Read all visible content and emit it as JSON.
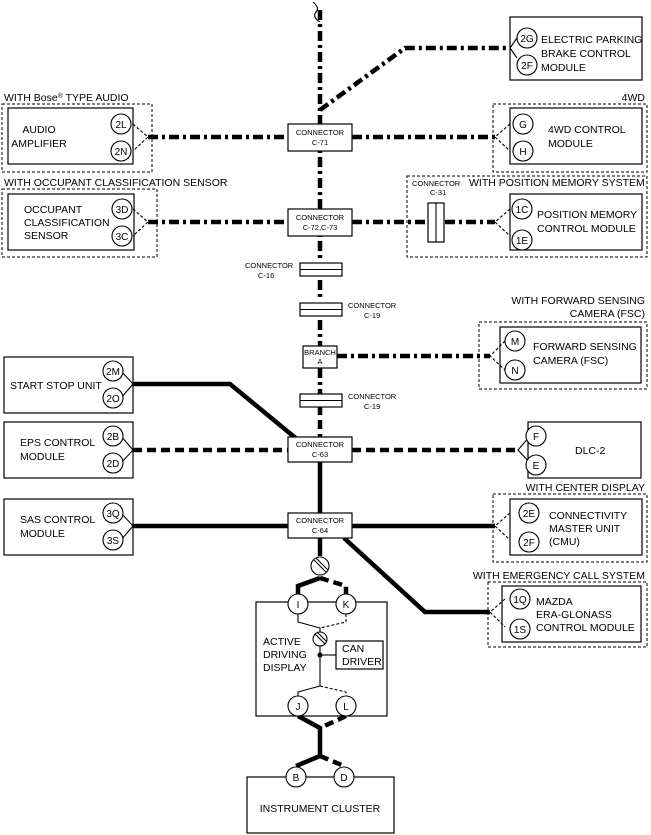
{
  "modules": {
    "epb": [
      "ELECTRIC PARKING",
      "BRAKE CONTROL",
      "MODULE"
    ],
    "audio": [
      "AUDIO",
      "AMPLIFIER"
    ],
    "fourwd": [
      "4WD CONTROL",
      "MODULE"
    ],
    "ocs": [
      "OCCUPANT",
      "CLASSIFICATION",
      "SENSOR"
    ],
    "pos_mem": [
      "POSITION MEMORY",
      "CONTROL MODULE"
    ],
    "fsc": [
      "FORWARD SENSING",
      "CAMERA (FSC)"
    ],
    "start_stop": [
      "START STOP UNIT"
    ],
    "eps": [
      "EPS CONTROL",
      "MODULE"
    ],
    "dlc": [
      "DLC-2"
    ],
    "sas": [
      "SAS CONTROL",
      "MODULE"
    ],
    "cmu": [
      "CONNECTIVITY",
      "MASTER UNIT",
      "(CMU)"
    ],
    "era": [
      "MAZDA",
      "ERA-GLONASS",
      "CONTROL MODULE"
    ],
    "add": [
      "ACTIVE",
      "DRIVING",
      "DISPLAY"
    ],
    "can_driver": [
      "CAN",
      "DRIVER"
    ],
    "cluster": [
      "INSTRUMENT CLUSTER"
    ]
  },
  "options": {
    "bose_prefix": "WITH Bose",
    "bose_sup": "®",
    "bose_suffix": " TYPE AUDIO",
    "fourwd": "4WD",
    "ocs": "WITH OCCUPANT CLASSIFICATION SENSOR",
    "pos_mem": "WITH POSITION MEMORY SYSTEM",
    "fsc": [
      "WITH FORWARD SENSING",
      "CAMERA (FSC)"
    ],
    "center_display": "WITH CENTER DISPLAY",
    "emergency": "WITH EMERGENCY CALL SYSTEM"
  },
  "connectors": {
    "c71": [
      "CONNECTOR",
      "C-71"
    ],
    "c72": [
      "CONNECTOR",
      "C-72,C-73"
    ],
    "c16": [
      "CONNECTOR",
      "C-16"
    ],
    "c19a": [
      "CONNECTOR",
      "C-19"
    ],
    "branch": [
      "BRANCH",
      "A"
    ],
    "c19b": [
      "CONNECTOR",
      "C-19"
    ],
    "c63": [
      "CONNECTOR",
      "C-63"
    ],
    "c64": [
      "CONNECTOR",
      "C-64"
    ],
    "c31": [
      "CONNECTOR",
      "C-31"
    ]
  },
  "pins": {
    "epb": [
      "2G",
      "2F"
    ],
    "audio": [
      "2L",
      "2N"
    ],
    "fourwd": [
      "G",
      "H"
    ],
    "ocs": [
      "3D",
      "3C"
    ],
    "pos_mem": [
      "1C",
      "1E"
    ],
    "fsc": [
      "M",
      "N"
    ],
    "start_stop": [
      "2M",
      "2O"
    ],
    "eps": [
      "2B",
      "2D"
    ],
    "dlc": [
      "F",
      "E"
    ],
    "sas": [
      "3Q",
      "3S"
    ],
    "cmu": [
      "2E",
      "2F"
    ],
    "era": [
      "1Q",
      "1S"
    ],
    "add_top": [
      "I",
      "K"
    ],
    "add_bottom": [
      "J",
      "L"
    ],
    "cluster": [
      "B",
      "D"
    ]
  }
}
